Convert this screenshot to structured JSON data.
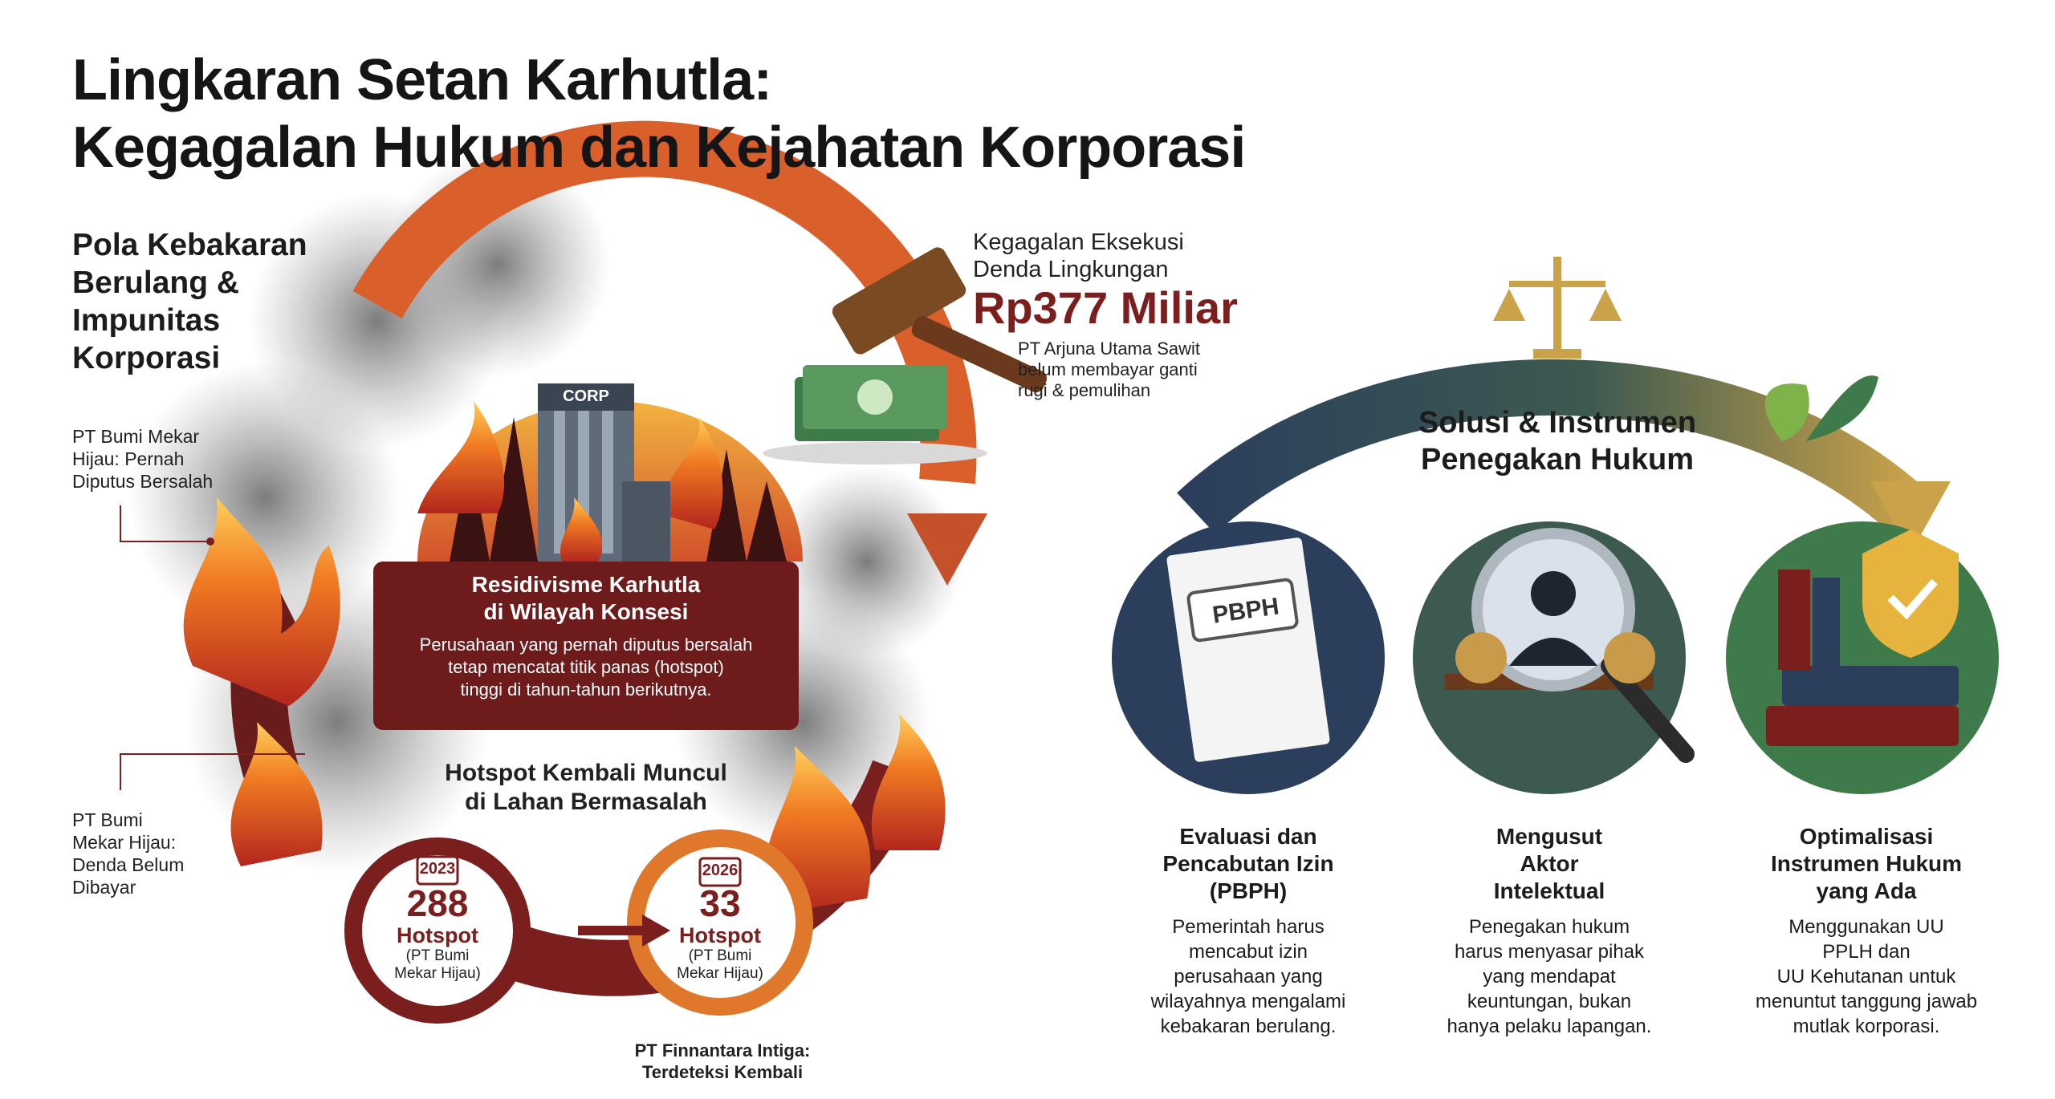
{
  "title": {
    "line1": "Lingkaran Setan Karhutla:",
    "line2": "Kegagalan Hukum dan Kejahatan Korporasi"
  },
  "left_panel": {
    "heading": [
      "Pola Kebakaran",
      "Berulang &",
      "Impunitas",
      "Korporasi"
    ],
    "note_top": [
      "PT Bumi Mekar",
      "Hijau: Pernah",
      "Diputus Bersalah"
    ],
    "note_bottom": [
      "PT Bumi",
      "Mekar Hijau:",
      "Denda Belum",
      "Dibayar"
    ],
    "corp_label": "CORP",
    "card": {
      "title_line1": "Residivisme Karhutla",
      "title_line2": "di Wilayah Konsesi",
      "body_line1": "Perusahaan yang pernah diputus bersalah",
      "body_line2": "tetap mencatat titik panas (hotspot)",
      "body_line3": "tinggi di tahun-tahun berikutnya."
    },
    "hotspot_heading": [
      "Hotspot Kembali Muncul",
      "di Lahan Bermasalah"
    ],
    "hotspot_before": {
      "year": "2023",
      "value": "288",
      "label": "Hotspot",
      "sub": [
        "(PT Bumi",
        "Mekar Hijau)"
      ]
    },
    "hotspot_after": {
      "year": "2026",
      "value": "33",
      "label": "Hotspot",
      "sub": [
        "(PT Bumi",
        "Mekar Hijau)"
      ]
    },
    "bottom_note": [
      "PT Finnantara Intiga:",
      "Terdeteksi Kembali"
    ]
  },
  "fine": {
    "head": [
      "Kegagalan Eksekusi",
      "Denda Lingkungan"
    ],
    "amount": "Rp377 Miliar",
    "note": [
      "PT Arjuna Utama Sawit",
      "belum membayar ganti",
      "rugi & pemulihan"
    ]
  },
  "solutions": {
    "heading": [
      "Solusi & Instrumen",
      "Penegakan Hukum"
    ],
    "permit_stamp": "PBPH",
    "columns": [
      {
        "title": [
          "Evaluasi dan",
          "Pencabutan Izin",
          "(PBPH)"
        ],
        "body": [
          "Pemerintah harus",
          "mencabut izin",
          "perusahaan yang",
          "wilayahnya mengalami",
          "kebakaran berulang."
        ]
      },
      {
        "title": [
          "Mengusut",
          "Aktor",
          "Intelektual"
        ],
        "body": [
          "Penegakan hukum",
          "harus menyasar pihak",
          "yang mendapat",
          "keuntungan, bukan",
          "hanya pelaku lapangan."
        ]
      },
      {
        "title": [
          "Optimalisasi",
          "Instrumen Hukum",
          "yang Ada"
        ],
        "body": [
          "Menggunakan UU",
          "PPLH dan",
          "UU Kehutanan untuk",
          "menuntut tanggung jawab",
          "mutlak korporasi."
        ]
      }
    ]
  },
  "colors": {
    "dark_red": "#7a1e1e",
    "orange": "#d9602a",
    "navy": "#2b3f5c",
    "green": "#3f7a4a",
    "gold": "#c9a24a"
  },
  "icons": [
    "gavel-icon",
    "money-stack-icon",
    "building-icon",
    "fire-icon",
    "calendar-icon",
    "scales-icon",
    "plant-icon",
    "document-icon",
    "magnifier-icon",
    "shield-check-icon",
    "books-icon",
    "money-bag-icon"
  ]
}
